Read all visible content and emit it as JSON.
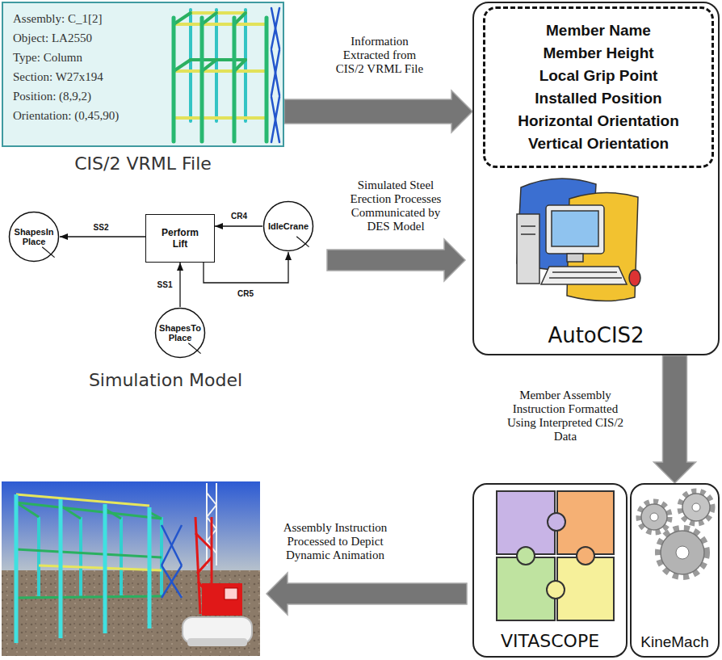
{
  "diagram": {
    "nodes": [
      {
        "text": [
          "Assembly: C_1[2]",
          "Object: LA2550",
          "Type: Column",
          "Section: W27x194",
          "Position: (8,9,2)",
          "Orientation: (0,45,90)",
          "CIS/2 VRML File"
        ]
      },
      {
        "text": [
          "AutoCIS2"
        ]
      },
      {
        "text": [
          "Member Name",
          "Member Height",
          "Local Grip Point",
          "Installed Position",
          "Horizontal Orientation",
          "Vertical Orientation"
        ],
        "in": 1
      },
      {
        "text": [
          "ShapesIn Place"
        ]
      },
      {
        "text": [
          "Perform Lift"
        ]
      },
      {
        "text": [
          "IdleCrane"
        ]
      },
      {
        "text": [
          "ShapesTo Place"
        ]
      },
      {
        "text": [
          "VITASCOPE"
        ]
      },
      {
        "text": [
          "KineMach"
        ]
      }
    ],
    "edges": [
      {
        "from": 0,
        "to": 1,
        "arrow": "to",
        "label": "Information Extracted from CIS/2 VRML File"
      },
      {
        "from": 6,
        "to": 4,
        "arrow": "to",
        "label": "SS1"
      },
      {
        "from": 4,
        "to": 3,
        "arrow": "to",
        "label": "SS2"
      },
      {
        "from": 5,
        "to": 4,
        "arrow": "to",
        "label": "CR4"
      },
      {
        "from": 4,
        "to": 5,
        "arrow": "to",
        "label": "CR5"
      },
      {
        "from": 1,
        "to": 8,
        "arrow": "to",
        "label": "Member Assembly Instruction Formatted Using Interpreted CIS/2 Data"
      }
    ],
    "labels": [
      "Simulation Model",
      "Simulated Steel Erection Processes Communicated by DES Model",
      "Assembly Instruction Processed to Depict Dynamic Animation"
    ]
  }
}
